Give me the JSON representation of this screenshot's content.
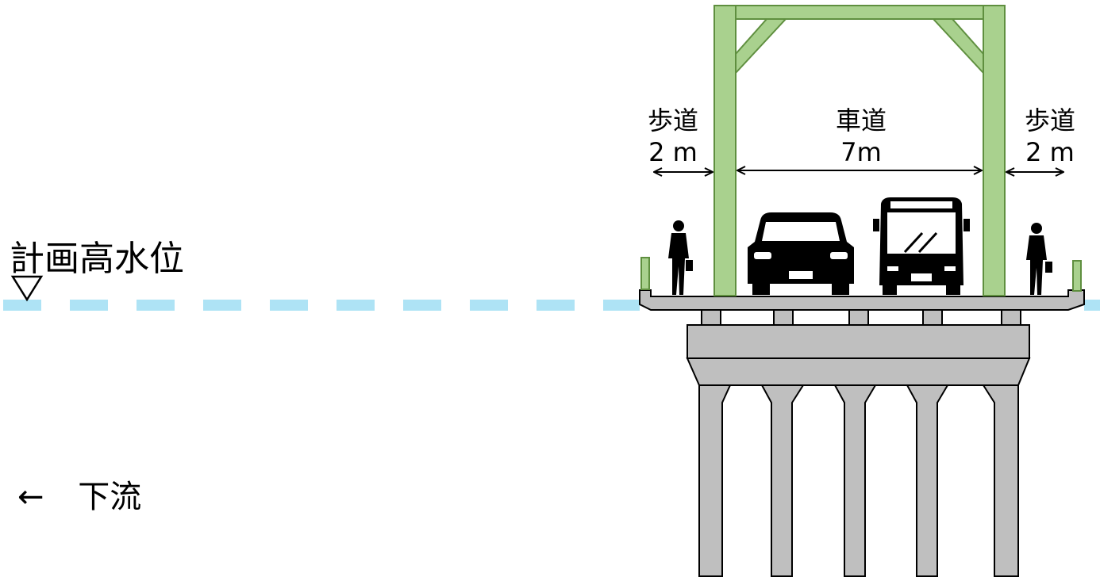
{
  "labels": {
    "planned_high_water_level": "計画高水位",
    "water_level_symbol": "▽",
    "flow_arrow": "←",
    "downstream": "下流"
  },
  "lanes": {
    "left_sidewalk": {
      "name": "歩道",
      "width": "2 m"
    },
    "roadway": {
      "name": "車道",
      "width": "7m"
    },
    "right_sidewalk": {
      "name": "歩道",
      "width": "2 m"
    }
  },
  "colors": {
    "truss": "#a9d18e",
    "truss_outline": "#5f8f3f",
    "concrete": "#bfbfbf",
    "water_line": "#aee3f5",
    "vehicle": "#000000"
  },
  "icons": {
    "pedestrian": "person-with-bag-icon",
    "car": "car-front-icon",
    "bus": "bus-front-icon"
  }
}
